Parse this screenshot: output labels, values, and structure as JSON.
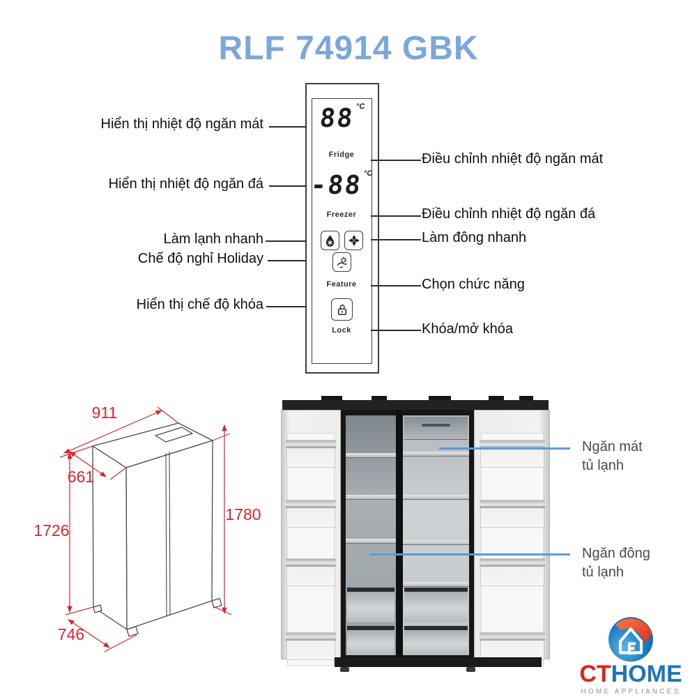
{
  "title": "RLF 74914 GBK",
  "colors": {
    "title_blue": "#7BA7DB",
    "dimension_red": "#D6252E",
    "callout_blue": "#5B9BD5",
    "logo_red": "#E0231C",
    "logo_blue": "#1B75BC"
  },
  "control_panel": {
    "fridge": {
      "value": "88",
      "unit": "°C",
      "label": "Fridge"
    },
    "freezer": {
      "value": "-88",
      "unit": "°C",
      "label": "Freezer"
    },
    "feature_label": "Feature",
    "lock_label": "Lock",
    "icons": [
      "quick-cool-icon",
      "quick-freeze-icon",
      "holiday-icon",
      "lock-icon"
    ],
    "left_callouts": [
      "Hiển thị nhiệt độ ngăn mát",
      "Hiển thị nhiệt độ ngăn đá",
      "Làm lạnh nhanh",
      "Chế độ nghỉ Holiday",
      "Hiển thị chế độ khóa"
    ],
    "right_callouts": [
      "Điều chỉnh nhiệt độ ngăn mát",
      "Điều chỉnh nhiệt độ ngăn đá",
      "Làm đông nhanh",
      "Chọn chức năng",
      "Khóa/mở khóa"
    ]
  },
  "dimension_drawing": {
    "width_mm": "911",
    "depth_top_mm": "661",
    "height_body_mm": "1726",
    "height_total_mm": "1780",
    "depth_bottom_mm": "746"
  },
  "fridge_photo_callouts": [
    {
      "lines": [
        "Ngăn mát",
        "tủ lạnh"
      ]
    },
    {
      "lines": [
        "Ngăn đông",
        "tủ lạnh"
      ]
    }
  ],
  "logo": {
    "brand_red": "CT",
    "brand_blue": "HOME",
    "tagline": "HOME APPLIANCES"
  }
}
